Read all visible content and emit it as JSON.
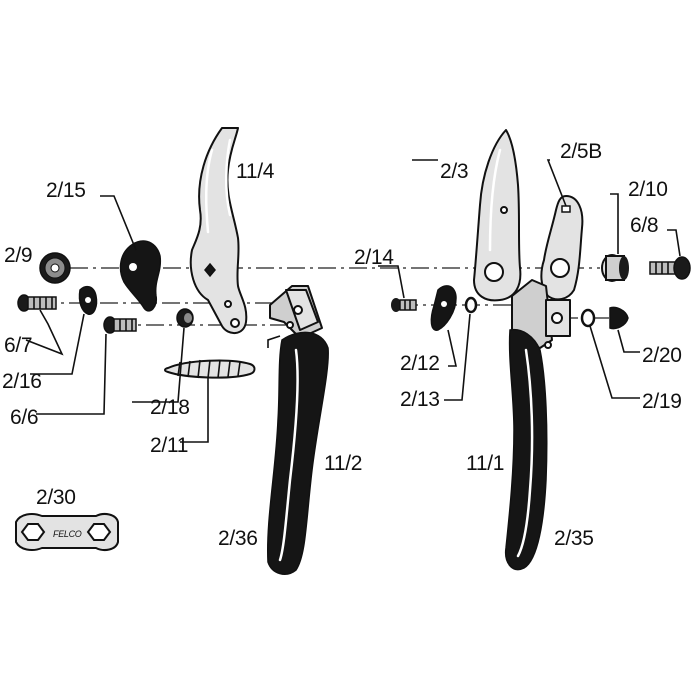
{
  "colors": {
    "ink": "#111111",
    "metal": "#e3e3e3",
    "handle": "#151515",
    "background": "#ffffff"
  },
  "labels": {
    "p2_15": "2/15",
    "p2_9": "2/9",
    "p6_7": "6/7",
    "p2_16": "2/16",
    "p6_6": "6/6",
    "p11_4": "11/4",
    "p2_18": "2/18",
    "p2_11": "2/11",
    "p11_2": "11/2",
    "p2_36": "2/36",
    "p2_30": "2/30",
    "p2_3": "2/3",
    "p2_5B": "2/5B",
    "p2_10": "2/10",
    "p6_8": "6/8",
    "p2_14": "2/14",
    "p2_12": "2/12",
    "p2_13": "2/13",
    "p2_20": "2/20",
    "p2_19": "2/19",
    "p11_1": "11/1",
    "p2_35": "2/35"
  },
  "tool_logo": "FELCO",
  "icons": {
    "anvil_blade": "anvil-blade-icon",
    "cutting_blade": "cutting-blade-icon",
    "handle_left": "handle-icon",
    "handle_right": "handle-icon",
    "spring": "spring-icon",
    "wrench": "wrench-icon"
  }
}
